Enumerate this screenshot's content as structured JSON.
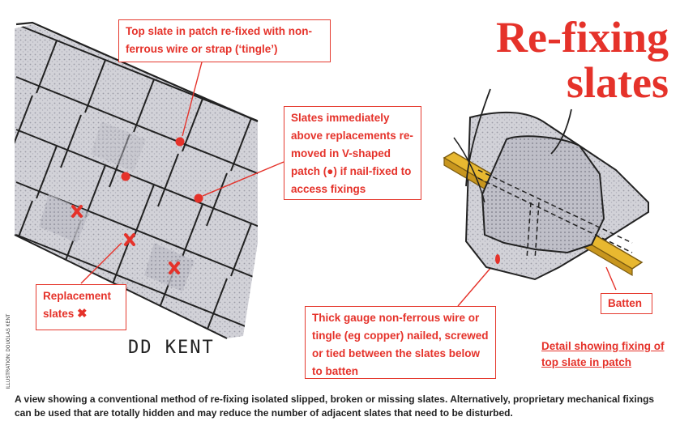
{
  "title": "Re-fixing slates",
  "title_line1": "Re-fixing",
  "title_line2": "slates",
  "callouts": {
    "top_slate": "Top slate in patch re-fixed with non-ferrous wire or strap (‘tingle’)",
    "v_patch": "Slates immediately above replacements re-moved in V-shaped patch (●) if nail-fixed to access fixings",
    "replacement_label": "Replacement slates",
    "replacement_symbol": "✖",
    "wire": "Thick gauge non-ferrous wire or tingle (eg copper) nailed, screwed or tied between the slates below to batten",
    "batten": "Batten"
  },
  "detail_caption": "Detail showing fixing of top slate in patch",
  "signature": "DD KENT",
  "credit": "ILLUSTRATION: DOUGLAS KENT",
  "caption": "A view showing a conventional method of re-fixing isolated slipped, broken or missing slates. Alternatively, proprietary mechanical fixings can be used that are totally hidden and may reduce the number of adjacent slates that need to be disturbed.",
  "colors": {
    "accent": "#e5322a",
    "slate": "#c9c9cf",
    "batten": "#e8b830"
  }
}
